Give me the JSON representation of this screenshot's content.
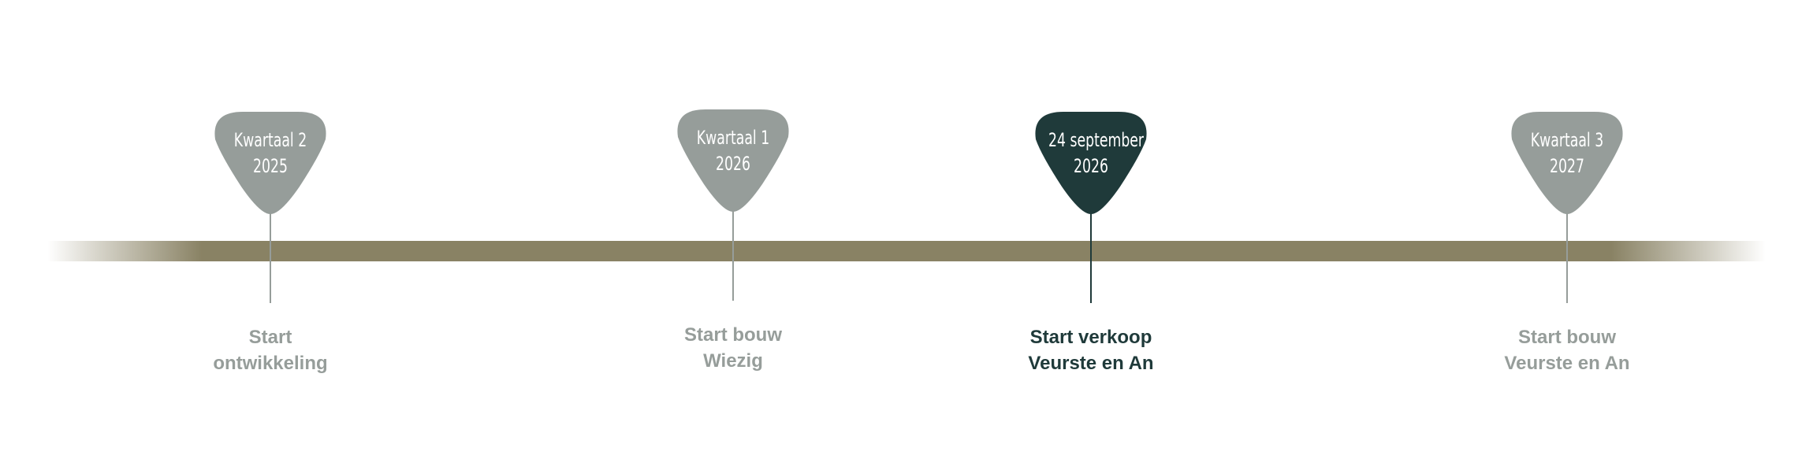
{
  "colors": {
    "bar": "#898264",
    "inactive": "#969d9a",
    "active": "#1f3a3a",
    "label_text": "#ffffff"
  },
  "milestones": [
    {
      "date_line1": "Kwartaal 2",
      "date_line2": "2025",
      "caption_line1": "Start",
      "caption_line2": "ontwikkeling",
      "state": "inactive"
    },
    {
      "date_line1": "Kwartaal 1",
      "date_line2": "2026",
      "caption_line1": "Start bouw",
      "caption_line2": "Wiezig",
      "state": "inactive"
    },
    {
      "date_line1": "24 september",
      "date_line2": "2026",
      "caption_line1": "Start verkoop",
      "caption_line2": "Veurste en An",
      "state": "active"
    },
    {
      "date_line1": "Kwartaal 3",
      "date_line2": "2027",
      "caption_line1": "Start bouw",
      "caption_line2": "Veurste en An",
      "state": "inactive"
    }
  ]
}
